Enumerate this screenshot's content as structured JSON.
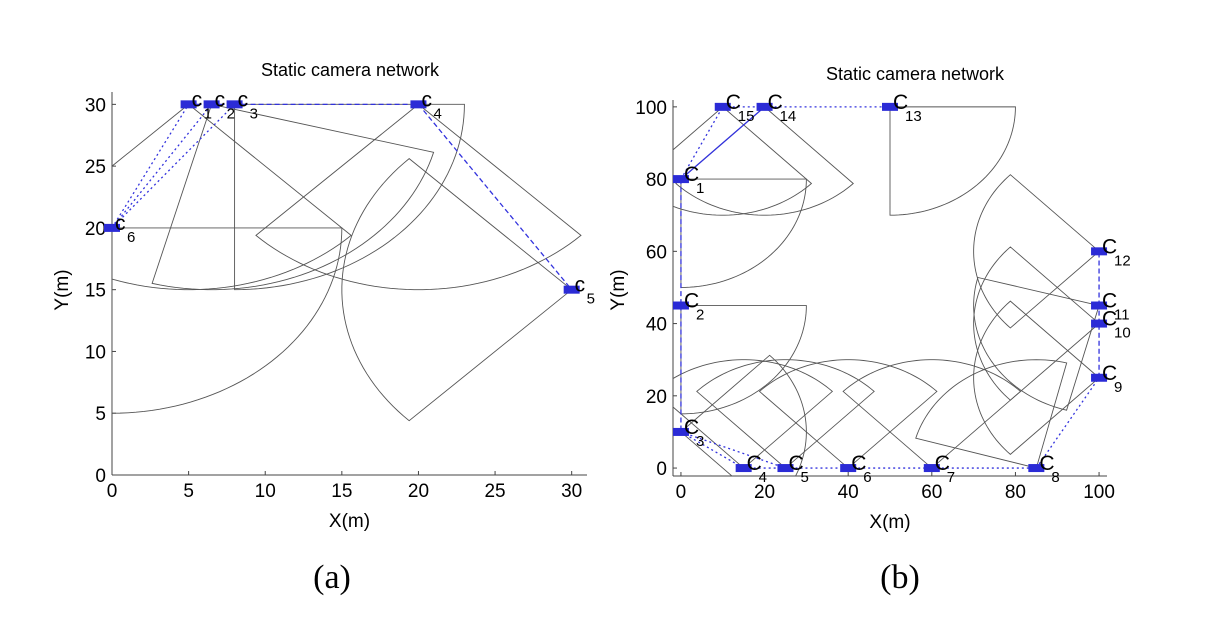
{
  "captions": [
    "(a)",
    "(b)"
  ],
  "colors": {
    "camera": "#2b2bd6",
    "link": "#3333dd",
    "fov": "#555555",
    "axis": "#444444"
  },
  "chart_data": [
    {
      "type": "scatter",
      "title": "Static camera network",
      "xlabel": "X(m)",
      "ylabel": "Y(m)",
      "xlim": [
        0,
        31
      ],
      "ylim": [
        0,
        31
      ],
      "xticks": [
        0,
        5,
        10,
        15,
        20,
        25,
        30
      ],
      "yticks": [
        0,
        5,
        10,
        15,
        20,
        25,
        30
      ],
      "label_prefix": "c",
      "cameras": [
        {
          "id": "1",
          "x": 5,
          "y": 30,
          "fov": {
            "r": 15,
            "a1": -135,
            "a2": -45
          }
        },
        {
          "id": "2",
          "x": 6.5,
          "y": 30,
          "fov": {
            "r": 15,
            "a1": -105,
            "a2": -15
          }
        },
        {
          "id": "3",
          "x": 8,
          "y": 30,
          "fov": {
            "r": 15,
            "a1": -90,
            "a2": 0
          }
        },
        {
          "id": "4",
          "x": 20,
          "y": 30,
          "fov": {
            "r": 15,
            "a1": -135,
            "a2": -45
          }
        },
        {
          "id": "5",
          "x": 30,
          "y": 15,
          "fov": {
            "r": 15,
            "a1": 135,
            "a2": 225
          }
        },
        {
          "id": "6",
          "x": 0,
          "y": 20,
          "fov": {
            "r": 15,
            "a1": -90,
            "a2": 0
          }
        }
      ],
      "links": [
        {
          "from": "1",
          "to": "2",
          "style": "dashed"
        },
        {
          "from": "2",
          "to": "3",
          "style": "dashed"
        },
        {
          "from": "3",
          "to": "4",
          "style": "dashed"
        },
        {
          "from": "4",
          "to": "5",
          "style": "dashed"
        },
        {
          "from": "6",
          "to": "1",
          "style": "dotted"
        },
        {
          "from": "6",
          "to": "2",
          "style": "dotted"
        },
        {
          "from": "6",
          "to": "3",
          "style": "dotted"
        }
      ]
    },
    {
      "type": "scatter",
      "title": "Static camera network",
      "xlabel": "X(m)",
      "ylabel": "Y(m)",
      "xlim": [
        -1.9,
        101.9
      ],
      "ylim": [
        -2.2,
        101.9
      ],
      "xticks": [
        0,
        20,
        40,
        60,
        80,
        100
      ],
      "yticks": [
        0,
        20,
        40,
        60,
        80,
        100
      ],
      "label_prefix": "C",
      "cameras": [
        {
          "id": "1",
          "x": 0,
          "y": 80,
          "fov": {
            "r": 30,
            "a1": -90,
            "a2": 0
          }
        },
        {
          "id": "2",
          "x": 0,
          "y": 45,
          "fov": {
            "r": 30,
            "a1": -90,
            "a2": 0
          }
        },
        {
          "id": "3",
          "x": 0,
          "y": 10,
          "fov": {
            "r": 30,
            "a1": -45,
            "a2": 45
          }
        },
        {
          "id": "4",
          "x": 15,
          "y": 0,
          "fov": {
            "r": 30,
            "a1": 45,
            "a2": 135
          }
        },
        {
          "id": "5",
          "x": 25,
          "y": 0,
          "fov": {
            "r": 30,
            "a1": 45,
            "a2": 135
          }
        },
        {
          "id": "6",
          "x": 40,
          "y": 0,
          "fov": {
            "r": 30,
            "a1": 45,
            "a2": 135
          }
        },
        {
          "id": "7",
          "x": 60,
          "y": 0,
          "fov": {
            "r": 30,
            "a1": 45,
            "a2": 135
          }
        },
        {
          "id": "8",
          "x": 85,
          "y": 0,
          "fov": {
            "r": 30,
            "a1": 76,
            "a2": 165
          }
        },
        {
          "id": "9",
          "x": 100,
          "y": 25,
          "fov": {
            "r": 30,
            "a1": 135,
            "a2": 225
          }
        },
        {
          "id": "10",
          "x": 100,
          "y": 40,
          "fov": {
            "r": 30,
            "a1": 135,
            "a2": 225
          }
        },
        {
          "id": "11",
          "x": 100,
          "y": 45,
          "fov": {
            "r": 30,
            "a1": 165,
            "a2": 255
          }
        },
        {
          "id": "12",
          "x": 100,
          "y": 60,
          "fov": {
            "r": 30,
            "a1": 135,
            "a2": 225
          }
        },
        {
          "id": "13",
          "x": 50,
          "y": 100,
          "fov": {
            "r": 30,
            "a1": -90,
            "a2": 0
          }
        },
        {
          "id": "14",
          "x": 20,
          "y": 100,
          "fov": {
            "r": 30,
            "a1": -135,
            "a2": -45
          }
        },
        {
          "id": "15",
          "x": 10,
          "y": 100,
          "fov": {
            "r": 30,
            "a1": -135,
            "a2": -45
          }
        }
      ],
      "links": [
        {
          "from": "15",
          "to": "14",
          "style": "dotted"
        },
        {
          "from": "14",
          "to": "13",
          "style": "dotted"
        },
        {
          "from": "1",
          "to": "15",
          "style": "dotted"
        },
        {
          "from": "1",
          "to": "14",
          "style": "solid"
        },
        {
          "from": "1",
          "to": "2",
          "style": "dashed"
        },
        {
          "from": "2",
          "to": "3",
          "style": "dashed"
        },
        {
          "from": "3",
          "to": "4",
          "style": "dotted"
        },
        {
          "from": "3",
          "to": "5",
          "style": "dotted"
        },
        {
          "from": "4",
          "to": "5",
          "style": "dotted"
        },
        {
          "from": "5",
          "to": "6",
          "style": "dotted"
        },
        {
          "from": "6",
          "to": "7",
          "style": "dotted"
        },
        {
          "from": "7",
          "to": "8",
          "style": "dotted"
        },
        {
          "from": "8",
          "to": "9",
          "style": "dotted"
        },
        {
          "from": "9",
          "to": "10",
          "style": "dashed"
        },
        {
          "from": "10",
          "to": "11",
          "style": "dashed"
        },
        {
          "from": "11",
          "to": "12",
          "style": "dashed"
        }
      ]
    }
  ]
}
